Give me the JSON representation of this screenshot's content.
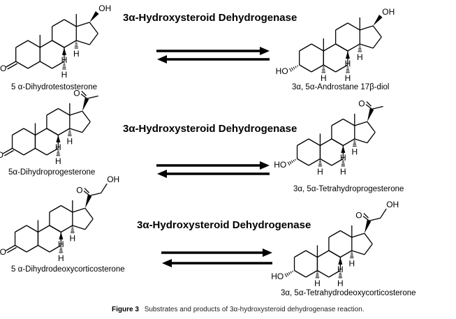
{
  "atoms": {
    "H": "H",
    "OH": "OH",
    "HO": "HO",
    "O": "O"
  },
  "reactions": [
    {
      "enzyme": "3α-Hydroxysteroid Dehydrogenase",
      "substrate": "5 α-Dihydrotestosterone",
      "product": "3α, 5α-Androstane 17β-diol"
    },
    {
      "enzyme": "3α-Hydroxysteroid Dehydrogenase",
      "substrate": "5α-Dihydroprogesterone",
      "product": "3α, 5α-Tetrahydroprogesterone"
    },
    {
      "enzyme": "3α-Hydroxysteroid Dehydrogenase",
      "substrate": "5 α-Dihydrodeoxycorticosterone",
      "product": "3α, 5α-Tetrahydrodeoxycorticosterone"
    }
  ],
  "caption": {
    "figure_label": "Figure 3",
    "text": "Substrates and products of 3α-hydroxysteroid dehydrogenase reaction."
  }
}
